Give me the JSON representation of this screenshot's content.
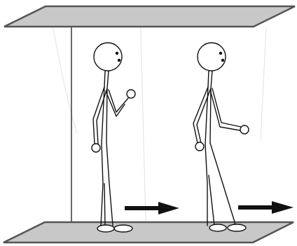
{
  "scene": {
    "elements": [
      {
        "name": "top-plate"
      },
      {
        "name": "bottom-plate"
      },
      {
        "name": "left-wall"
      },
      {
        "name": "figure-standing-left"
      },
      {
        "name": "figure-walking-right"
      },
      {
        "name": "motion-arrow-left"
      },
      {
        "name": "motion-arrow-right"
      }
    ],
    "colors": {
      "plate_fill": "#c8c8c8",
      "plate_edge": "#555555",
      "ink": "#111111"
    }
  }
}
